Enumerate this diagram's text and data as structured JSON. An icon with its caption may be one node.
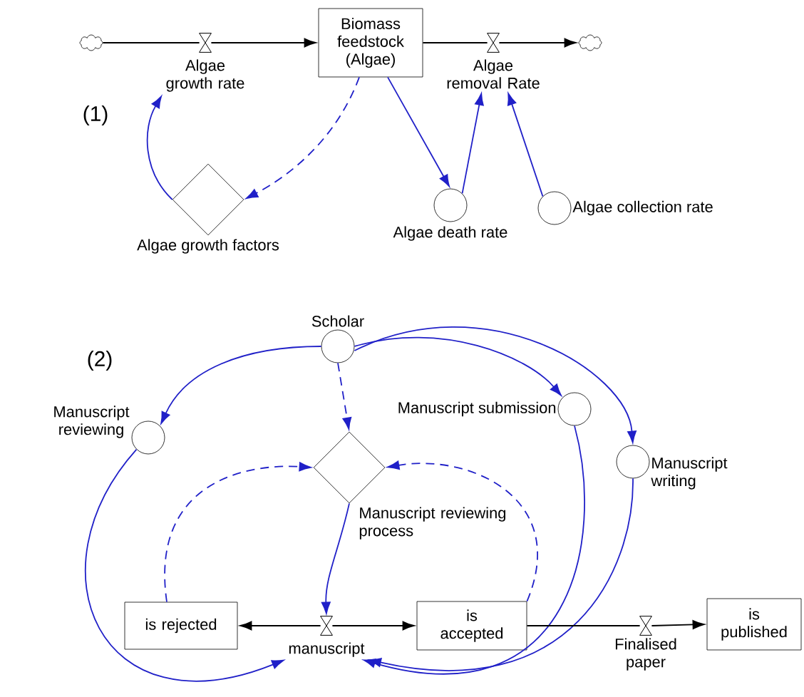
{
  "diagram": {
    "nodes": [
      {
        "text": [],
        "shape": "cloud"
      },
      {
        "text": [],
        "shape": "valve",
        "beside": [
          "Algae growth rate"
        ]
      },
      {
        "text": [
          "Biomass feedstock (Algae)"
        ]
      },
      {
        "text": [],
        "shape": "valve",
        "beside": [
          "Algae removal Rate"
        ]
      },
      {
        "text": [],
        "shape": "cloud"
      },
      {
        "text": [],
        "shape": "diamond",
        "beside": [
          "Algae growth factors"
        ]
      },
      {
        "text": [],
        "shape": "circle",
        "beside": [
          "Algae death rate"
        ]
      },
      {
        "text": [],
        "shape": "circle",
        "beside": [
          "Algae collection rate"
        ]
      },
      {
        "text": [],
        "shape": "circle",
        "beside": [
          "Scholar"
        ]
      },
      {
        "text": [],
        "shape": "circle",
        "beside": [
          "Manuscript reviewing"
        ]
      },
      {
        "text": [],
        "shape": "circle",
        "beside": [
          "Manuscript submission"
        ]
      },
      {
        "text": [],
        "shape": "circle",
        "beside": [
          "Manuscript writing"
        ]
      },
      {
        "text": [],
        "shape": "diamond",
        "beside": [
          "Manuscript reviewing process"
        ]
      },
      {
        "text": [
          "is rejected"
        ]
      },
      {
        "text": [],
        "shape": "valve",
        "beside": [
          "manuscript"
        ]
      },
      {
        "text": [
          "is accepted"
        ]
      },
      {
        "text": [],
        "shape": "valve",
        "beside": [
          "Finalised paper"
        ]
      },
      {
        "text": [
          "is published"
        ]
      }
    ],
    "edges": [
      {
        "from": 0,
        "to": 1,
        "arrow": "none",
        "color": "#000000"
      },
      {
        "from": 1,
        "to": 2,
        "arrow": "to",
        "color": "#000000"
      },
      {
        "from": 2,
        "to": 3,
        "arrow": "none",
        "color": "#000000"
      },
      {
        "from": 3,
        "to": 4,
        "arrow": "to",
        "color": "#000000"
      },
      {
        "from": 5,
        "to": 1,
        "arrow": "to",
        "color": "#2020c8"
      },
      {
        "from": 2,
        "to": 5,
        "arrow": "to",
        "style": "dashed",
        "color": "#2020c8"
      },
      {
        "from": 2,
        "to": 6,
        "arrow": "to",
        "color": "#2020c8"
      },
      {
        "from": 6,
        "to": 3,
        "arrow": "to",
        "color": "#2020c8"
      },
      {
        "from": 7,
        "to": 3,
        "arrow": "to",
        "color": "#2020c8"
      },
      {
        "from": 8,
        "to": 9,
        "arrow": "to",
        "color": "#2020c8"
      },
      {
        "from": 8,
        "to": 10,
        "arrow": "to",
        "color": "#2020c8"
      },
      {
        "from": 8,
        "to": 11,
        "arrow": "to",
        "color": "#2020c8"
      },
      {
        "from": 8,
        "to": 12,
        "arrow": "to",
        "style": "dashed",
        "color": "#2020c8"
      },
      {
        "from": 13,
        "to": 12,
        "arrow": "to",
        "style": "dashed",
        "color": "#2020c8"
      },
      {
        "from": 15,
        "to": 12,
        "arrow": "to",
        "style": "dashed",
        "color": "#2020c8"
      },
      {
        "from": 12,
        "to": 14,
        "arrow": "to",
        "color": "#2020c8"
      },
      {
        "from": 9,
        "to": 14,
        "arrow": "to",
        "color": "#2020c8"
      },
      {
        "from": 10,
        "to": 14,
        "arrow": "to",
        "color": "#2020c8"
      },
      {
        "from": 11,
        "to": 14,
        "arrow": "to",
        "color": "#2020c8"
      },
      {
        "from": 14,
        "to": 13,
        "arrow": "to",
        "color": "#000000"
      },
      {
        "from": 14,
        "to": 15,
        "arrow": "to",
        "color": "#000000"
      },
      {
        "from": 15,
        "to": 16,
        "arrow": "none",
        "color": "#000000"
      },
      {
        "from": 16,
        "to": 17,
        "arrow": "to",
        "color": "#000000"
      }
    ],
    "labels": [
      "(1)",
      "(2)"
    ]
  }
}
